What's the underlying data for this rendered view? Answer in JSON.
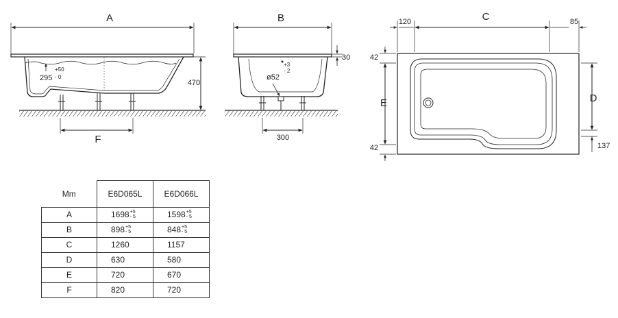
{
  "side_view": {
    "dim_a": "A",
    "dim_f": "F",
    "height": "470",
    "depth": "295",
    "depth_tol_plus": "+50",
    "depth_tol_minus": "- 0"
  },
  "end_view": {
    "dim_b": "B",
    "rim": "30",
    "leg_spacing": "300",
    "drain": "ø52",
    "drain_tol_plus": "+3",
    "drain_tol_minus": "- 2"
  },
  "top_view": {
    "dim_c": "C",
    "dim_d": "D",
    "dim_e": "E",
    "left_margin": "120",
    "right_margin": "85",
    "top_margin": "42",
    "bottom_margin": "42",
    "offset": "137"
  },
  "table": {
    "header": "Mm",
    "models": [
      "E6D065L",
      "E6D066L"
    ],
    "rows": [
      {
        "dim": "A",
        "v1": "1698",
        "v1_tol_plus": "+5",
        "v1_tol_minus": "- 5",
        "v2": "1598",
        "v2_tol_plus": "+5",
        "v2_tol_minus": "- 5"
      },
      {
        "dim": "B",
        "v1": "898",
        "v1_tol_plus": "+5",
        "v1_tol_minus": "- 5",
        "v2": "848",
        "v2_tol_plus": "+5",
        "v2_tol_minus": "- 5"
      },
      {
        "dim": "C",
        "v1": "1260",
        "v2": "1157"
      },
      {
        "dim": "D",
        "v1": "630",
        "v2": "580"
      },
      {
        "dim": "E",
        "v1": "720",
        "v2": "670"
      },
      {
        "dim": "F",
        "v1": "820",
        "v2": "720"
      }
    ]
  }
}
